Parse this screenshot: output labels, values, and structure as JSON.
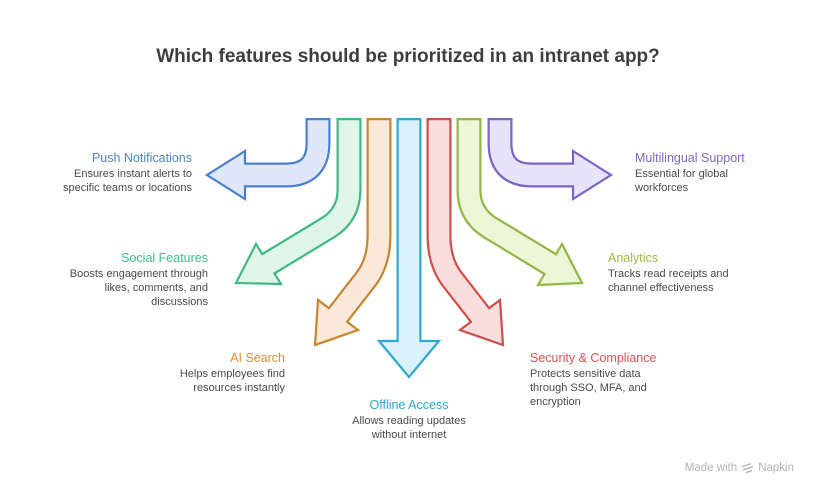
{
  "title": "Which features should be prioritized in an intranet app?",
  "features": [
    {
      "name": "Push Notifications",
      "description": "Ensures instant alerts to\nspecific teams or locations",
      "color": "#4d86c6",
      "arrow": {
        "stroke": "#4c7ed2",
        "fill": "#dfe8f9"
      }
    },
    {
      "name": "Social Features",
      "description": "Boosts engagement through\nlikes, comments, and\ndiscussions",
      "color": "#3fbc85",
      "arrow": {
        "stroke": "#41ba81",
        "fill": "#e1f6ea"
      }
    },
    {
      "name": "AI Search",
      "description": "Helps employees find\nresources instantly",
      "color": "#dd8f35",
      "arrow": {
        "stroke": "#c9832f",
        "fill": "#fae9d8"
      }
    },
    {
      "name": "Offline Access",
      "description": "Allows reading updates\nwithout internet",
      "color": "#2aa6cc",
      "arrow": {
        "stroke": "#31a7d0",
        "fill": "#d9f1fa"
      }
    },
    {
      "name": "Security & Compliance",
      "description": "Protects sensitive data\nthrough SSO, MFA, and\nencryption",
      "color": "#d95450",
      "arrow": {
        "stroke": "#cf4e4a",
        "fill": "#fadedd"
      }
    },
    {
      "name": "Analytics",
      "description": "Tracks read receipts and\nchannel effectiveness",
      "color": "#9cba3e",
      "arrow": {
        "stroke": "#92b647",
        "fill": "#edf6d7"
      }
    },
    {
      "name": "Multilingual Support",
      "description": "Essential for global\nworkforces",
      "color": "#7e67c8",
      "arrow": {
        "stroke": "#7a63c5",
        "fill": "#e7e3f8"
      }
    }
  ],
  "footer": {
    "made_with": "Made with",
    "brand": "Napkin"
  }
}
